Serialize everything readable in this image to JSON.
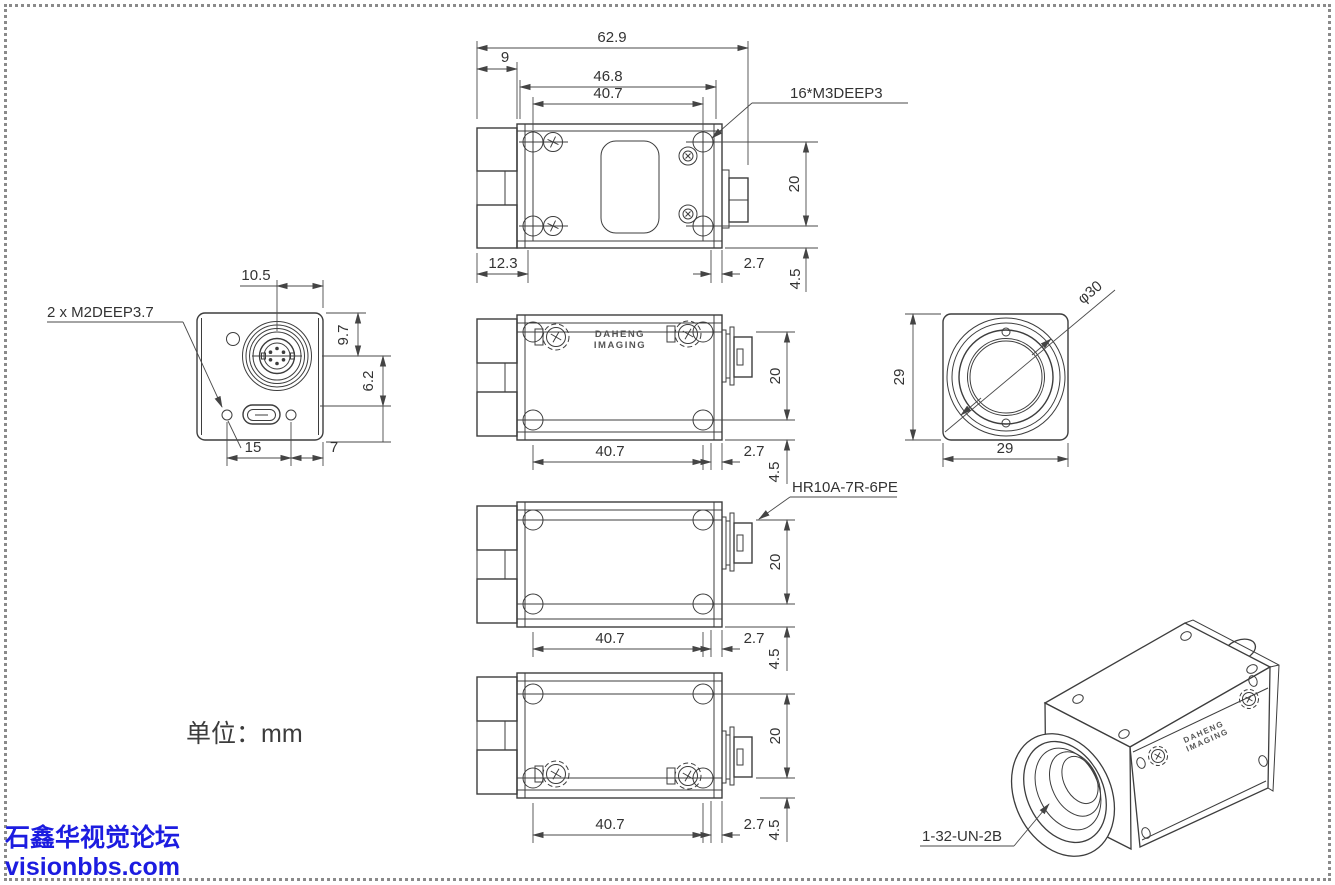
{
  "note": {
    "unit": "单位：mm"
  },
  "watermark": {
    "line1": "石鑫华视觉论坛",
    "line2": "visionbbs.com"
  },
  "brand": {
    "line1": "DAHENG",
    "line2": "IMAGING"
  },
  "callouts": {
    "top_thread": "16*M3DEEP3",
    "back_thread": "2 x  M2DEEP3.7",
    "io_connector": "HR10A-7R-6PE",
    "lens_thread": "1-32-UN-2B"
  },
  "dims": {
    "top": {
      "overall": "62.9",
      "left_offset": "9",
      "mount_span": "46.8",
      "hole_span": "40.7",
      "flange_depth": "12.3",
      "conn_offset": "2.7",
      "conn_height": "20",
      "edge_gap": "4.5"
    },
    "back": {
      "center_offset": "10.5",
      "top_to_center": "9.7",
      "bottom_gap": "6.2",
      "usb_span": "15",
      "screw_edge": "7"
    },
    "side": {
      "hole_span": "40.7",
      "conn_offset": "2.7",
      "edge_gap": "4.5",
      "conn_height": "20"
    },
    "front": {
      "height": "29",
      "width": "29",
      "lens_dia": "φ30"
    }
  },
  "colors": {
    "line": "#3d3d3d",
    "dim": "#4a4a4a",
    "watermark": "#1c1ce0"
  }
}
